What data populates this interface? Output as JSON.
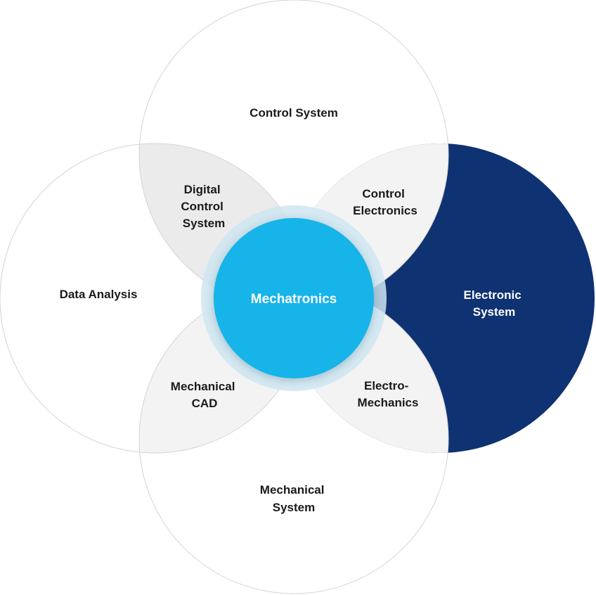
{
  "diagram": {
    "center": "Mechatronics",
    "circles": {
      "top": "Control System",
      "left": "Data Analysis",
      "right": [
        "Electronic",
        "System"
      ],
      "bottom": [
        "Mechanical",
        "System"
      ]
    },
    "overlaps": {
      "top_left": [
        "Digital",
        "Control",
        "System"
      ],
      "top_right": [
        "Control",
        "Electronics"
      ],
      "bottom_left": [
        "Mechanical",
        "CAD"
      ],
      "bottom_right": [
        "Electro-",
        "Mechanics"
      ]
    }
  },
  "colors": {
    "highlight_circle": "#0f3272",
    "center_fill": "#18b4e9",
    "center_halo": "#cfe6f1",
    "overlap_fill": "#f3f3f3",
    "overlap_fill_dark": "#ebebeb",
    "circle_stroke": "#d4d4d4",
    "label_text": "#1a1a1a"
  }
}
